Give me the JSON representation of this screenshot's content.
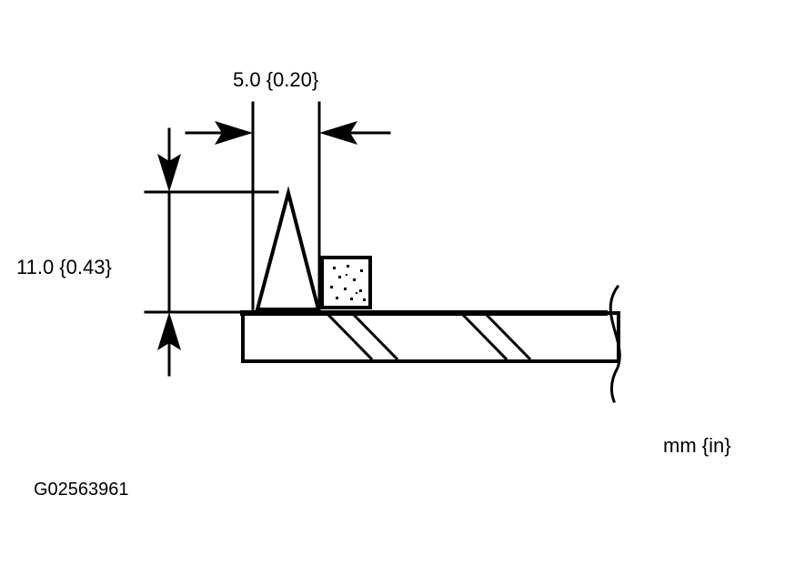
{
  "dimensions": {
    "width_label": "5.0 {0.20}",
    "height_label": "11.0 {0.43}"
  },
  "units_label": "mm {in}",
  "figure_id": "G02563961",
  "colors": {
    "ink": "#000000",
    "background": "#ffffff"
  }
}
